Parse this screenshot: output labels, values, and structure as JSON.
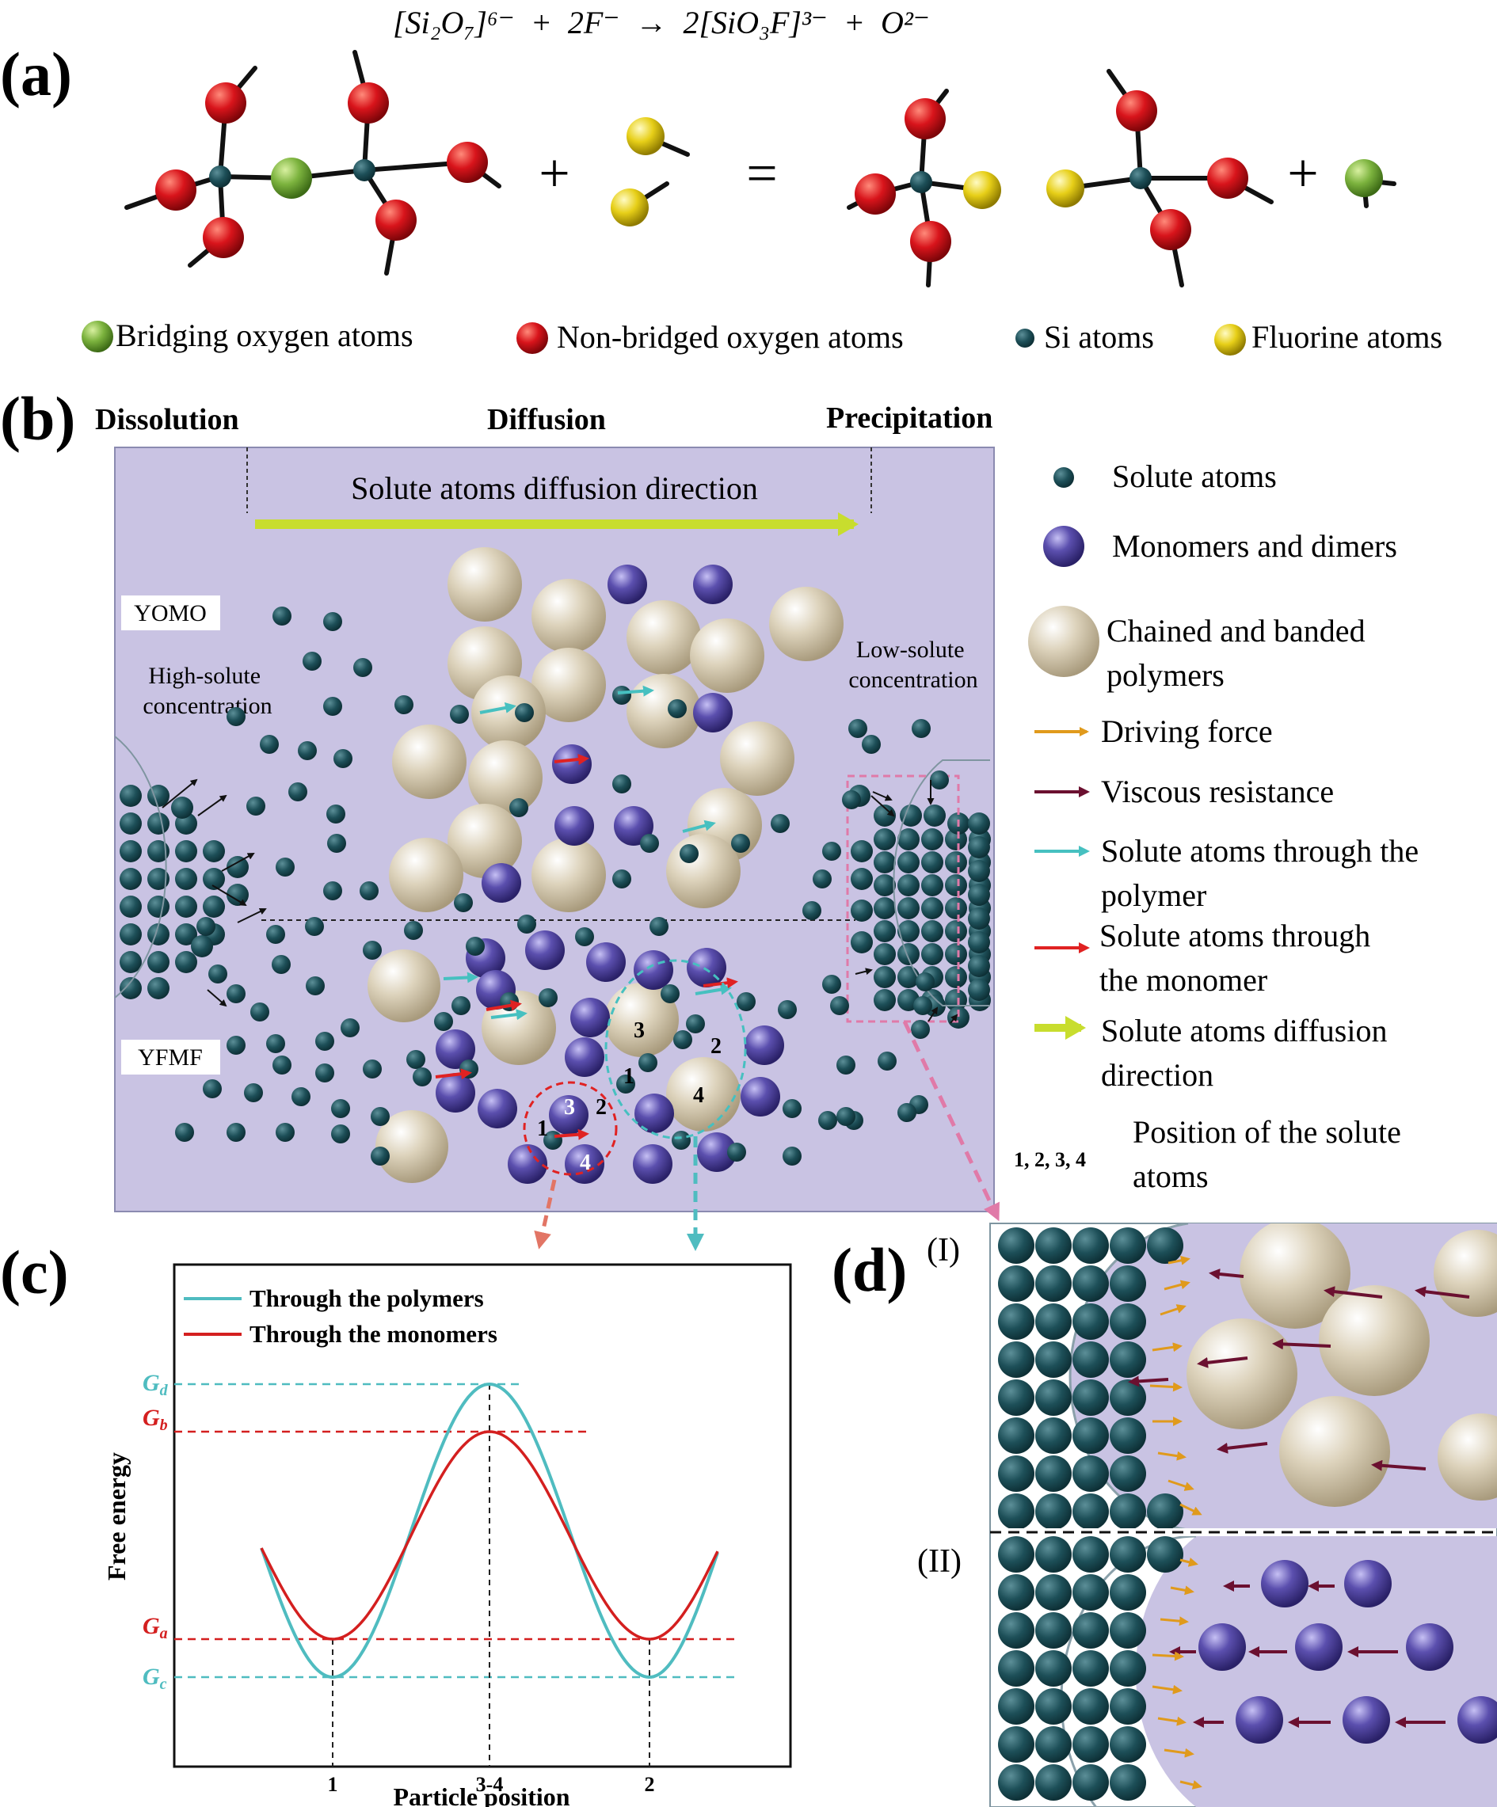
{
  "equation": {
    "lhs_anion": "[Si₂O₇]⁶⁻",
    "plus1": "+",
    "fluoride": "2F⁻",
    "arrow": "→",
    "product": "2[SiO₃F]³⁻",
    "plus2": "+",
    "oxide": "O²⁻"
  },
  "panel_a": {
    "letter": "(a)",
    "plus_sign": "+",
    "equals_sign": "=",
    "plus_sign_2": "+",
    "legend": [
      {
        "label": "Bridging oxygen atoms",
        "color": "#7cb33e"
      },
      {
        "label": "Non-bridged oxygen atoms",
        "color": "#d8141b"
      },
      {
        "label": "Si atoms",
        "color": "#1d4f58"
      },
      {
        "label": "Fluorine atoms",
        "color": "#e7cf18"
      }
    ]
  },
  "panel_b": {
    "letter": "(b)",
    "stage_dissolution": "Dissolution",
    "stage_diffusion": "Diffusion",
    "stage_precipitation": "Precipitation",
    "direction_label": "Solute atoms diffusion direction",
    "yomo": "YOMO",
    "yfmf": "YFMF",
    "high_solute_1": "High-solute",
    "high_solute_2": "concentration",
    "low_solute_1": "Low-solute",
    "low_solute_2": "concentration",
    "pos_1": "1",
    "pos_2": "2",
    "pos_3": "3",
    "pos_4": "4",
    "legend": {
      "solute_atoms": "Solute atoms",
      "monomers": "Monomers and dimers",
      "polymers_1": "Chained and banded",
      "polymers_2": "polymers",
      "driving_force": "Driving force",
      "viscous": "Viscous resistance",
      "through_polymer_1": "Solute atoms through the",
      "through_polymer_2": "polymer",
      "through_monomer_1": "Solute atoms through",
      "through_monomer_2": "the monomer",
      "direction_1": "Solute atoms diffusion",
      "direction_2": "direction",
      "positions_tag": "1, 2, 3, 4",
      "positions_1": "Position of the solute",
      "positions_2": "atoms"
    },
    "colors": {
      "background": "#c9c3e3",
      "solute": "#1d4f58",
      "monomer": "#5b4fae",
      "polymer": "#d9cfb7",
      "driving": "#e09a1c",
      "viscous": "#6b1030",
      "cyan": "#46c0c0",
      "red": "#e02222",
      "yellow_green": "#c8dd2e"
    }
  },
  "panel_c": {
    "letter": "(c)",
    "legend_polymers": "Through the polymers",
    "legend_monomers": "Through the monomers",
    "ylabel": "Free energy",
    "xlabel": "Particle position",
    "xtick_1": "1",
    "xtick_34": "3-4",
    "xtick_2": "2",
    "gd_base": "G",
    "gd_sub": "d",
    "gb_base": "G",
    "gb_sub": "b",
    "ga_base": "G",
    "ga_sub": "a",
    "gc_base": "G",
    "gc_sub": "c",
    "colors": {
      "polymers": "#4fbcc0",
      "monomers": "#d41f1f"
    }
  },
  "panel_d": {
    "letter": "(d)",
    "sub_1": "(I)",
    "sub_2": "(II)"
  }
}
